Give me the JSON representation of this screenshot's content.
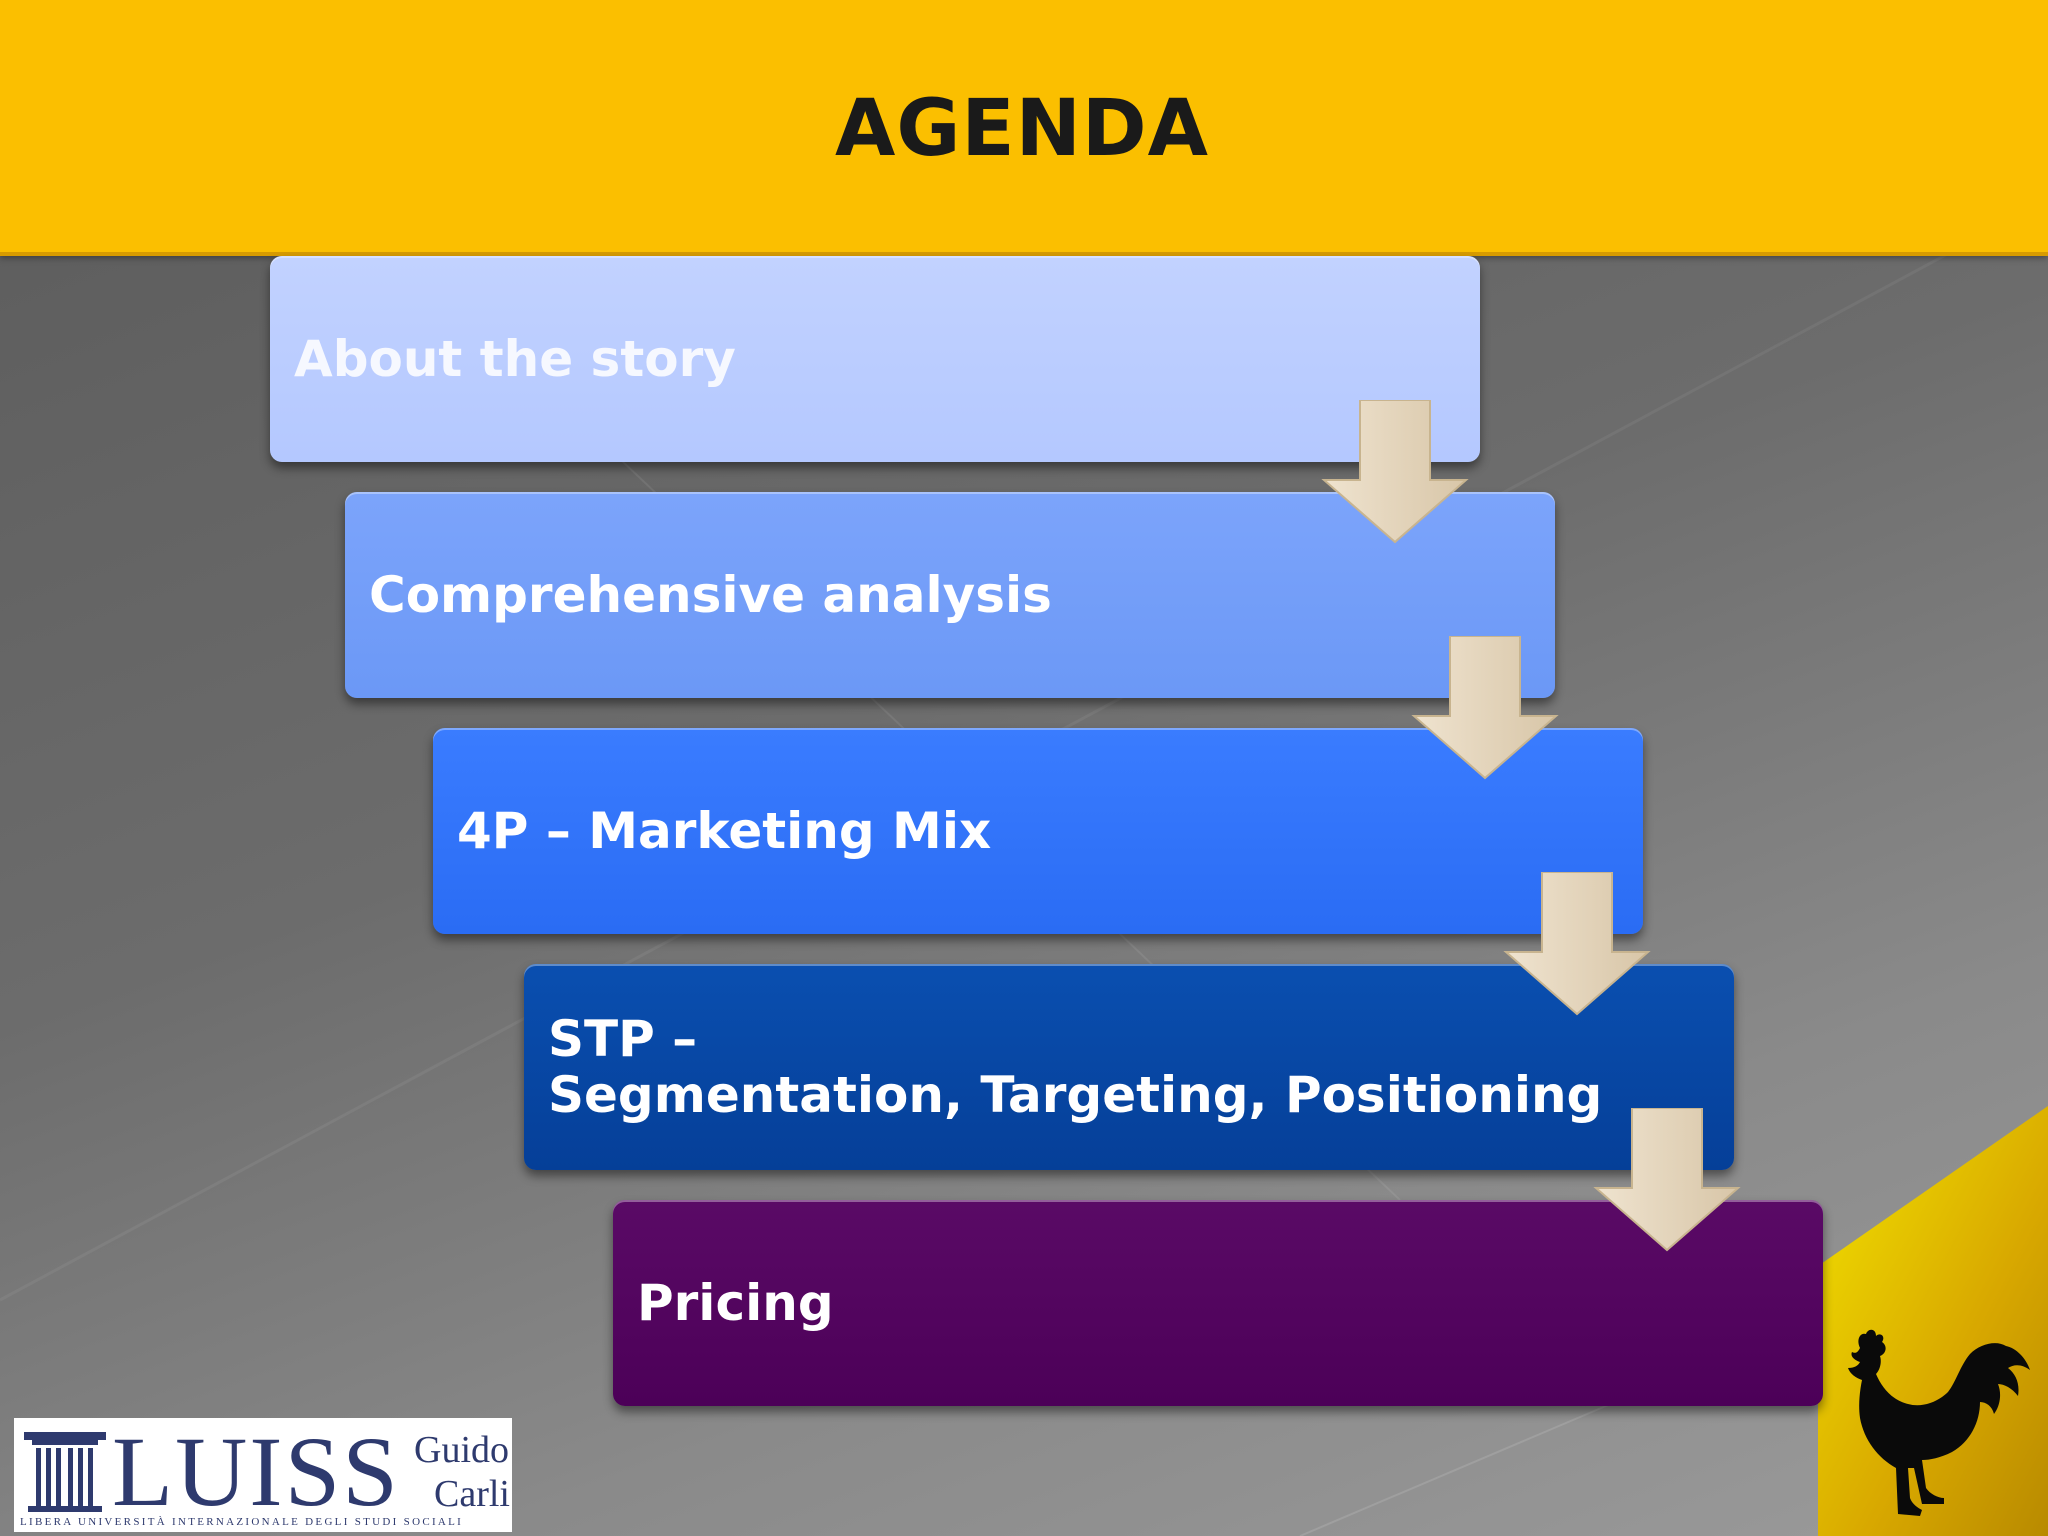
{
  "slide": {
    "title": "AGENDA",
    "accent_color": "#fbbf00",
    "steps": [
      {
        "label": "About the story",
        "color": "#b9cbff"
      },
      {
        "label": "Comprehensive analysis",
        "color": "#729ef8"
      },
      {
        "label": "4P – Marketing Mix",
        "color": "#2f72f8"
      },
      {
        "label": "STP –\nSegmentation, Targeting, Positioning",
        "color": "#0748a6"
      },
      {
        "label": "Pricing",
        "color": "#51045e"
      }
    ],
    "arrow_icon": "down-arrow-icon",
    "logo": {
      "name": "LUISS",
      "line1": "Guido",
      "line2": "Carli",
      "subtitle": "LIBERA UNIVERSITÀ INTERNAZIONALE DEGLI STUDI SOCIALI"
    },
    "mascot_icon": "rooster-icon"
  }
}
